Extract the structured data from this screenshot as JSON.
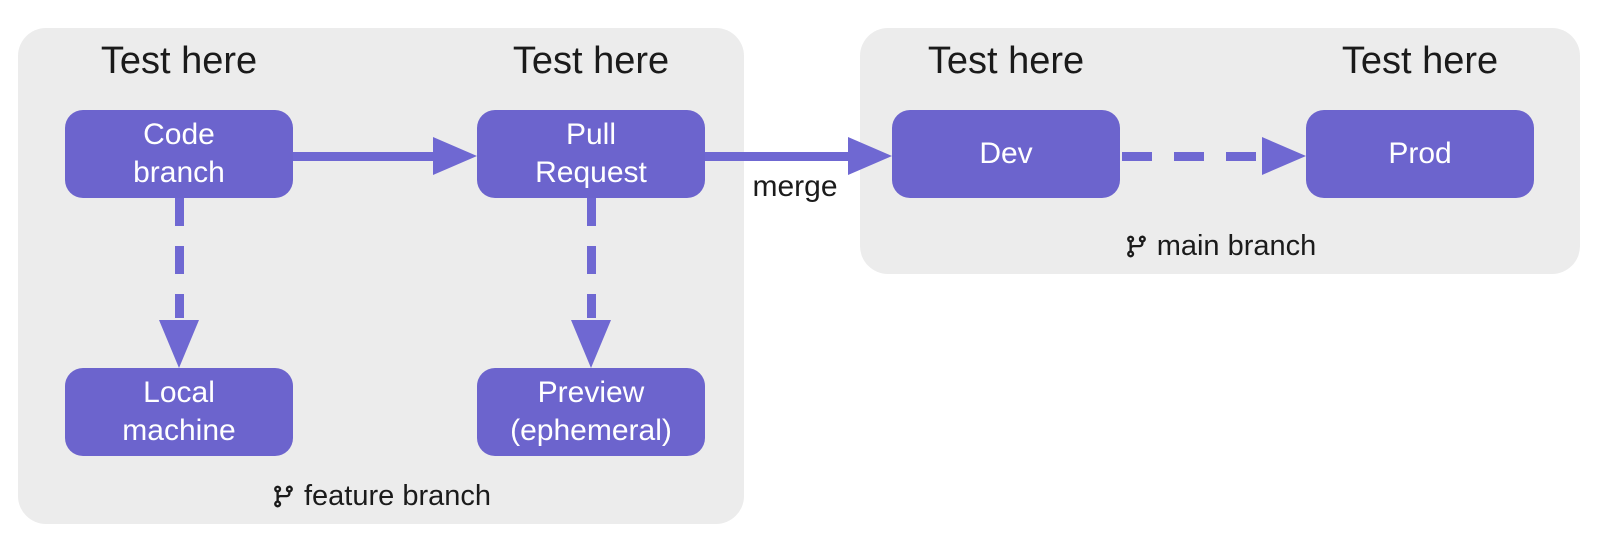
{
  "colors": {
    "node_fill": "#6C64CD",
    "arrow": "#6F68D2",
    "panel_bg": "#ECECEC",
    "text": "#1B1B1B",
    "node_text": "#FFFFFF",
    "page_bg": "#FFFFFF"
  },
  "panels": {
    "feature": {
      "branch_label": "feature branch",
      "test_label_1": "Test here",
      "test_label_2": "Test here"
    },
    "main": {
      "branch_label": "main branch",
      "test_label_1": "Test here",
      "test_label_2": "Test here"
    }
  },
  "nodes": {
    "code_branch": {
      "label": "Code\nbranch"
    },
    "pull_request": {
      "label": "Pull\nRequest"
    },
    "local_machine": {
      "label": "Local\nmachine"
    },
    "preview": {
      "label": "Preview\n(ephemeral)"
    },
    "dev": {
      "label": "Dev"
    },
    "prod": {
      "label": "Prod"
    }
  },
  "edges": {
    "merge_label": "merge"
  },
  "icons": {
    "git_branch": "git-branch-icon"
  }
}
